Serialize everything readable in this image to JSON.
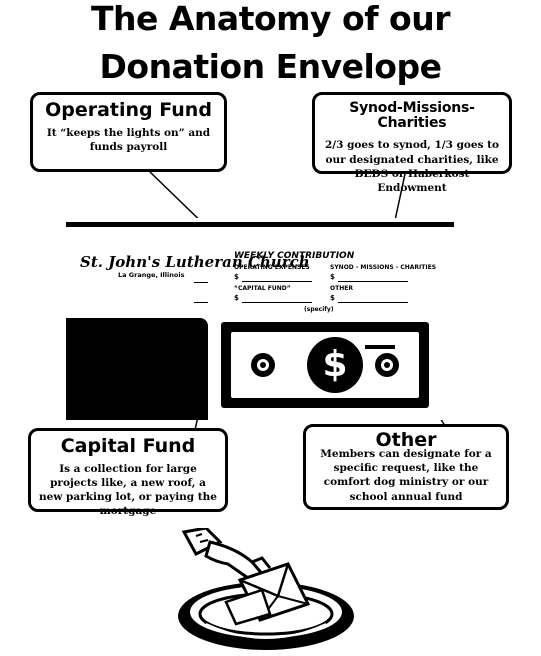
{
  "title": {
    "line1": "The Anatomy of our",
    "line2": "Donation Envelope"
  },
  "callouts": {
    "operating": {
      "heading": "Operating Fund",
      "body": "It “keeps the lights on” and funds payroll"
    },
    "synod": {
      "heading": "Synod-Missions-Charities",
      "body": "2/3 goes to synod, 1/3 goes to our designated charities, like BEDS or Haberkost Endowment"
    },
    "capital": {
      "heading": "Capital Fund",
      "body": "Is a collection for large projects like, a new roof, a new parking lot, or paying the mortgage"
    },
    "other": {
      "heading": "Other",
      "body": "Members can designate for a specific request, like the comfort dog ministry or our school annual fund"
    }
  },
  "envelope": {
    "church_name": "St. John's Lutheran Church",
    "town": "La Grange, Illinois",
    "header": "WEEKLY CONTRIBUTION",
    "col1_label1": "OPERATING EXPENSES",
    "col1_label2": "“CAPITAL FUND”",
    "col2_label1": "SYNOD - MISSIONS - CHARITIES",
    "col2_label2": "OTHER",
    "specify": "(specify)",
    "currency": "$"
  },
  "icons": {
    "bill": "dollar-bill-icon",
    "hand": "hand-with-envelope-icon",
    "plate": "offering-plate-icon"
  }
}
